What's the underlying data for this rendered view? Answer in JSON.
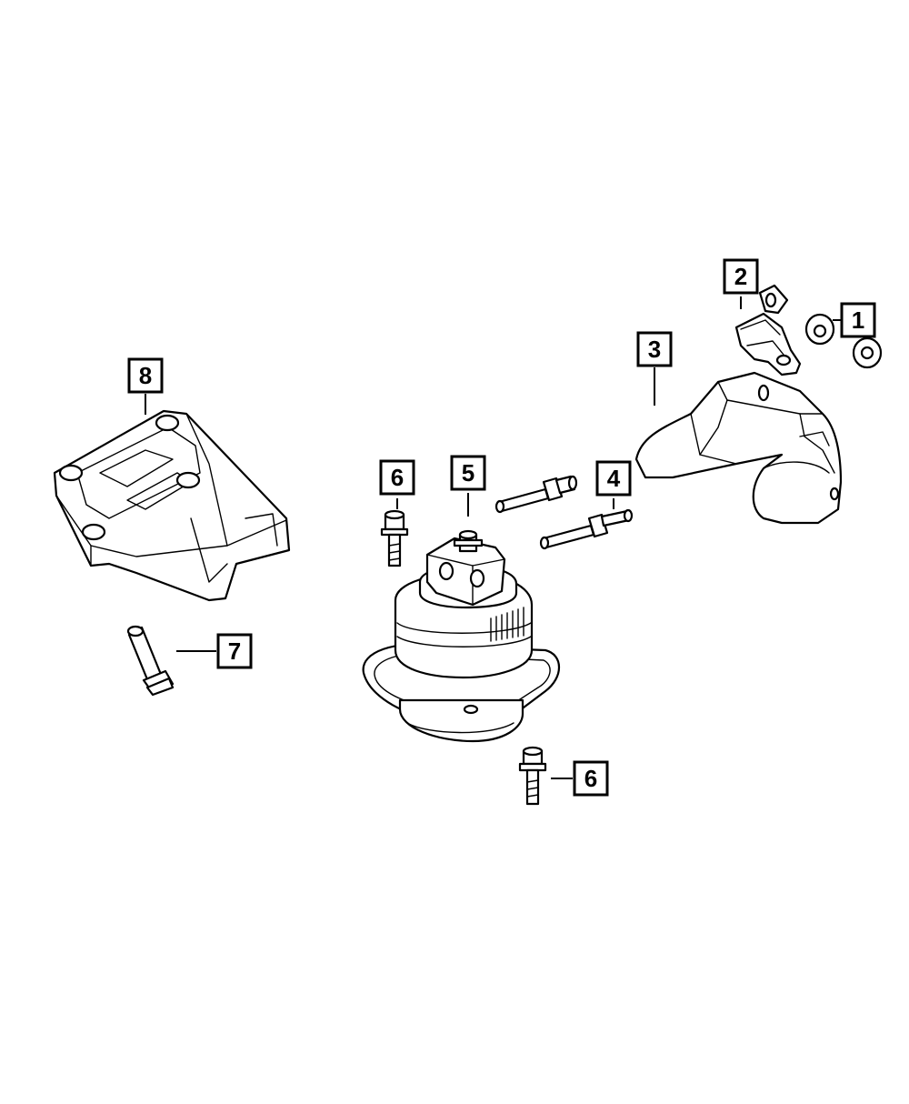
{
  "callouts": [
    {
      "id": "c1",
      "label": "1"
    },
    {
      "id": "c2",
      "label": "2"
    },
    {
      "id": "c3",
      "label": "3"
    },
    {
      "id": "c4",
      "label": "4"
    },
    {
      "id": "c5",
      "label": "5"
    },
    {
      "id": "c6a",
      "label": "6"
    },
    {
      "id": "c6b",
      "label": "6"
    },
    {
      "id": "c7",
      "label": "7"
    },
    {
      "id": "c8",
      "label": "8"
    }
  ],
  "colors": {
    "line": "#000000",
    "background": "#ffffff"
  }
}
